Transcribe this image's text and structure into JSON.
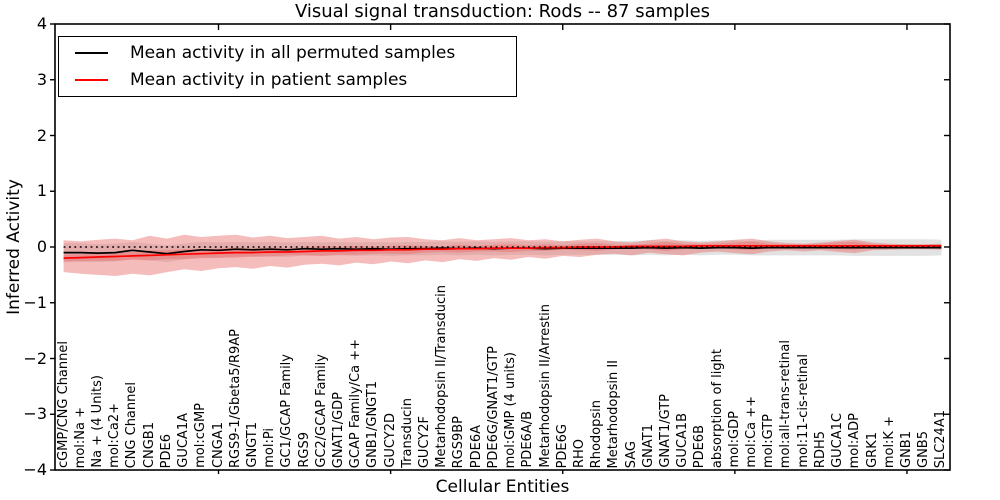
{
  "figure": {
    "window_title": "Visual signal transduction: Rods -- 87 samples"
  },
  "chart_data": {
    "type": "line",
    "title": "Visual signal transduction: Rods -- 87 samples",
    "xlabel": "Cellular Entities",
    "ylabel": "Inferred Activity",
    "ylim": [
      -4,
      4
    ],
    "grid": false,
    "legend_position": "upper left",
    "yticks": [
      {
        "value": 4,
        "label": "4"
      },
      {
        "value": 3,
        "label": "3"
      },
      {
        "value": 2,
        "label": "2"
      },
      {
        "value": 1,
        "label": "1"
      },
      {
        "value": 0,
        "label": "0"
      },
      {
        "value": -1,
        "label": "−1"
      },
      {
        "value": -2,
        "label": "−2"
      },
      {
        "value": -3,
        "label": "−3"
      },
      {
        "value": -4,
        "label": "−4"
      }
    ],
    "x_major_tick_indices": [
      9,
      19,
      29,
      39,
      49
    ],
    "zero_line": {
      "y": 0,
      "style": "dotted",
      "color": "#000000"
    },
    "categories": [
      "cGMP/CNG Channel",
      "mol:Na +",
      "Na + (4 Units)",
      "mol:Ca2+",
      "CNG Channel",
      "CNGB1",
      "PDE6",
      "GUCA1A",
      "mol:cGMP",
      "CNGA1",
      "RGS9-1/Gbeta5/R9AP",
      "GNGT1",
      "mol:Pi",
      "GC1/GCAP Family",
      "RGS9",
      "GC2/GCAP Family",
      "GNAT1/GDP",
      "GCAP Family/Ca ++",
      "GNB1/GNGT1",
      "GUCY2D",
      "Transducin",
      "GUCY2F",
      "Metarhodopsin II/Transducin",
      "RGS9BP",
      "PDE6A",
      "PDE6G/GNAT1/GTP",
      "mol:GMP (4 units)",
      "PDE6A/B",
      "Metarhodopsin II/Arrestin",
      "PDE6G",
      "RHO",
      "Rhodopsin",
      "Metarhodopsin II",
      "SAG",
      "GNAT1",
      "GNAT1/GTP",
      "GUCA1B",
      "PDE6B",
      "absorption of light",
      "mol:GDP",
      "mol:Ca ++",
      "mol:GTP",
      "mol:all-trans-retinal",
      "mol:11-cis-retinal",
      "RDH5",
      "GUCA1C",
      "mol:ADP",
      "GRK1",
      "mol:K +",
      "GNB1",
      "GNB5",
      "SLC24A1"
    ],
    "series": [
      {
        "name": "Mean activity in all permuted samples",
        "color": "#000000",
        "values": [
          -0.1,
          -0.1,
          -0.11,
          -0.1,
          -0.06,
          -0.09,
          -0.12,
          -0.08,
          -0.05,
          -0.06,
          -0.04,
          -0.05,
          -0.04,
          -0.05,
          -0.03,
          -0.04,
          -0.03,
          -0.04,
          -0.03,
          -0.04,
          -0.03,
          -0.03,
          -0.02,
          -0.03,
          -0.02,
          -0.03,
          -0.02,
          -0.02,
          -0.03,
          -0.02,
          -0.02,
          -0.02,
          -0.02,
          -0.02,
          -0.01,
          -0.02,
          -0.01,
          -0.02,
          -0.01,
          -0.01,
          -0.02,
          -0.01,
          -0.01,
          -0.01,
          -0.01,
          -0.01,
          -0.01,
          -0.01,
          -0.01,
          -0.01,
          -0.01,
          -0.01
        ]
      },
      {
        "name": "Mean activity in patient samples",
        "color": "#ff0000",
        "values": [
          -0.2,
          -0.19,
          -0.18,
          -0.17,
          -0.16,
          -0.15,
          -0.14,
          -0.13,
          -0.12,
          -0.11,
          -0.1,
          -0.1,
          -0.09,
          -0.09,
          -0.08,
          -0.07,
          -0.07,
          -0.06,
          -0.06,
          -0.05,
          -0.05,
          -0.04,
          -0.04,
          -0.03,
          -0.03,
          -0.02,
          -0.02,
          -0.02,
          -0.01,
          -0.01,
          0.0,
          0.0,
          0.0,
          0.01,
          0.01,
          0.01,
          0.01,
          0.02,
          0.02,
          0.02,
          0.02,
          0.02,
          0.02,
          0.02,
          0.02,
          0.02,
          0.02,
          0.02,
          0.02,
          0.02,
          0.02,
          0.02
        ]
      }
    ],
    "bands": [
      {
        "name": "permuted-range",
        "color": "#bfbfbf",
        "opacity": 0.45,
        "upper": [
          0.07,
          0.07,
          0.05,
          0.06,
          0.09,
          0.06,
          0.03,
          0.06,
          0.09,
          0.08,
          0.09,
          0.08,
          0.09,
          0.08,
          0.09,
          0.08,
          0.09,
          0.08,
          0.09,
          0.08,
          0.09,
          0.09,
          0.1,
          0.09,
          0.1,
          0.09,
          0.1,
          0.1,
          0.09,
          0.1,
          0.1,
          0.1,
          0.1,
          0.11,
          0.12,
          0.11,
          0.12,
          0.11,
          0.12,
          0.12,
          0.11,
          0.13,
          0.13,
          0.13,
          0.13,
          0.13,
          0.14,
          0.14,
          0.14,
          0.14,
          0.14,
          0.13
        ],
        "lower": [
          -0.27,
          -0.27,
          -0.27,
          -0.26,
          -0.21,
          -0.24,
          -0.27,
          -0.22,
          -0.19,
          -0.2,
          -0.17,
          -0.18,
          -0.17,
          -0.18,
          -0.15,
          -0.16,
          -0.15,
          -0.16,
          -0.15,
          -0.16,
          -0.15,
          -0.15,
          -0.14,
          -0.15,
          -0.14,
          -0.15,
          -0.14,
          -0.14,
          -0.15,
          -0.14,
          -0.14,
          -0.14,
          -0.14,
          -0.15,
          -0.14,
          -0.15,
          -0.14,
          -0.15,
          -0.14,
          -0.14,
          -0.15,
          -0.15,
          -0.15,
          -0.15,
          -0.15,
          -0.15,
          -0.16,
          -0.16,
          -0.16,
          -0.16,
          -0.16,
          -0.15
        ]
      },
      {
        "name": "patient-range-outer",
        "color": "#e96a6a",
        "opacity": 0.45,
        "upper": [
          0.12,
          0.1,
          0.13,
          0.15,
          0.12,
          0.2,
          0.15,
          0.22,
          0.18,
          0.2,
          0.22,
          0.17,
          0.2,
          0.16,
          0.18,
          0.2,
          0.15,
          0.18,
          0.14,
          0.17,
          0.18,
          0.14,
          0.12,
          0.16,
          0.12,
          0.14,
          0.16,
          0.12,
          0.14,
          0.1,
          0.13,
          0.15,
          0.1,
          0.08,
          0.12,
          0.15,
          0.1,
          0.08,
          0.1,
          0.13,
          0.15,
          0.1,
          0.07,
          0.06,
          0.08,
          0.11,
          0.13,
          0.08,
          0.06,
          0.05,
          0.05,
          0.06
        ],
        "lower": [
          -0.45,
          -0.48,
          -0.5,
          -0.52,
          -0.48,
          -0.51,
          -0.45,
          -0.4,
          -0.43,
          -0.38,
          -0.36,
          -0.39,
          -0.34,
          -0.37,
          -0.32,
          -0.3,
          -0.33,
          -0.28,
          -0.31,
          -0.26,
          -0.29,
          -0.24,
          -0.27,
          -0.22,
          -0.25,
          -0.2,
          -0.23,
          -0.18,
          -0.21,
          -0.16,
          -0.18,
          -0.14,
          -0.12,
          -0.15,
          -0.1,
          -0.13,
          -0.15,
          -0.1,
          -0.08,
          -0.11,
          -0.13,
          -0.08,
          -0.06,
          -0.08,
          -0.06,
          -0.09,
          -0.11,
          -0.06,
          -0.05,
          -0.04,
          -0.04,
          -0.05
        ]
      },
      {
        "name": "patient-range-inner",
        "color": "#e96a6a",
        "opacity": 0.45,
        "upper": [
          -0.14,
          -0.13,
          -0.11,
          -0.09,
          -0.09,
          -0.06,
          -0.06,
          -0.04,
          -0.04,
          -0.03,
          -0.01,
          -0.03,
          -0.01,
          -0.03,
          -0.01,
          0.02,
          0.0,
          0.02,
          0.0,
          0.02,
          0.03,
          0.02,
          0.01,
          0.04,
          0.02,
          0.04,
          0.05,
          0.03,
          0.05,
          0.03,
          0.06,
          0.07,
          0.04,
          0.04,
          0.06,
          0.09,
          0.06,
          0.05,
          0.06,
          0.08,
          0.1,
          0.06,
          0.05,
          0.05,
          0.06,
          0.08,
          0.09,
          0.05,
          0.04,
          0.04,
          0.04,
          0.05
        ],
        "lower": [
          -0.26,
          -0.25,
          -0.25,
          -0.25,
          -0.23,
          -0.24,
          -0.22,
          -0.22,
          -0.2,
          -0.19,
          -0.19,
          -0.17,
          -0.17,
          -0.15,
          -0.15,
          -0.16,
          -0.14,
          -0.14,
          -0.12,
          -0.12,
          -0.13,
          -0.1,
          -0.09,
          -0.1,
          -0.08,
          -0.08,
          -0.09,
          -0.07,
          -0.07,
          -0.05,
          -0.06,
          -0.07,
          -0.04,
          -0.02,
          -0.04,
          -0.07,
          -0.04,
          -0.01,
          -0.02,
          -0.04,
          -0.06,
          -0.02,
          -0.01,
          -0.01,
          -0.02,
          -0.04,
          -0.05,
          -0.01,
          0.0,
          0.0,
          0.0,
          -0.01
        ]
      }
    ]
  }
}
